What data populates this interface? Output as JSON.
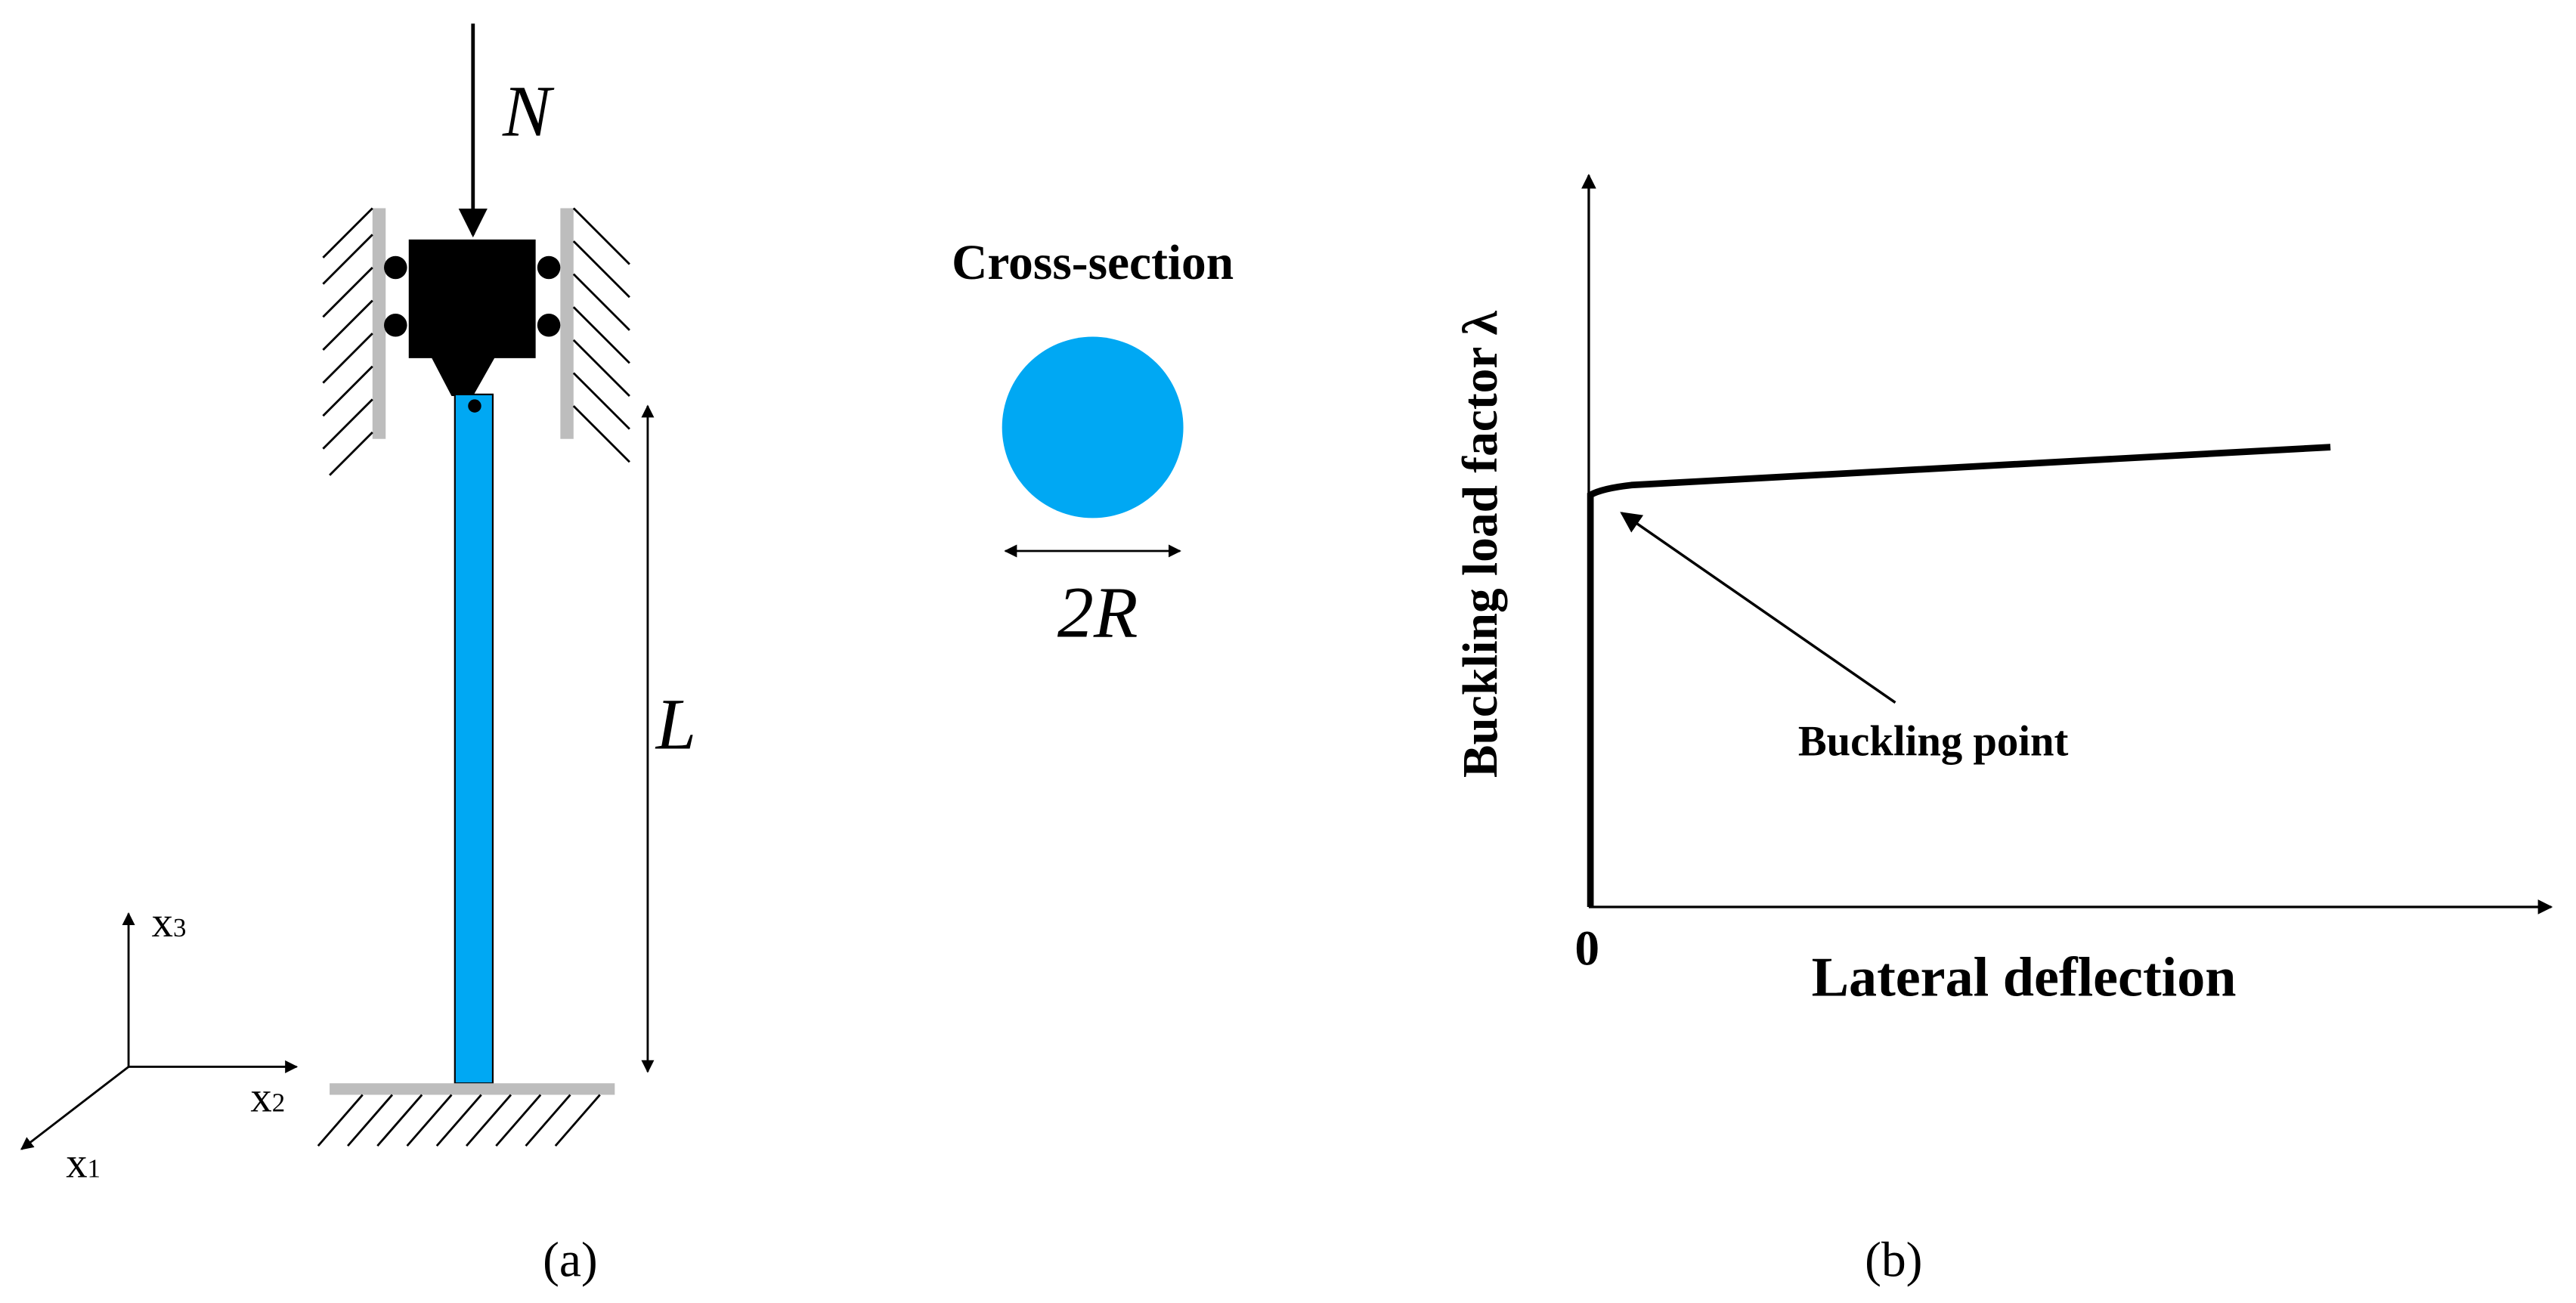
{
  "panel_a": {
    "load_label": "N",
    "length_label": "L",
    "cross_section_title": "Cross-section",
    "diameter_label": "2R",
    "axes": {
      "x3": "x3",
      "x2": "x2",
      "x1": "x1"
    },
    "caption": "(a)"
  },
  "panel_b": {
    "y_axis_label": "Buckling load factor λ",
    "x_axis_label": "Lateral deflection",
    "origin_label": "0",
    "annotation": "Buckling point",
    "caption": "(b)"
  },
  "colors": {
    "column_blue": "#00a8f3",
    "support_gray": "#bdbdbd",
    "ink": "#000000"
  }
}
